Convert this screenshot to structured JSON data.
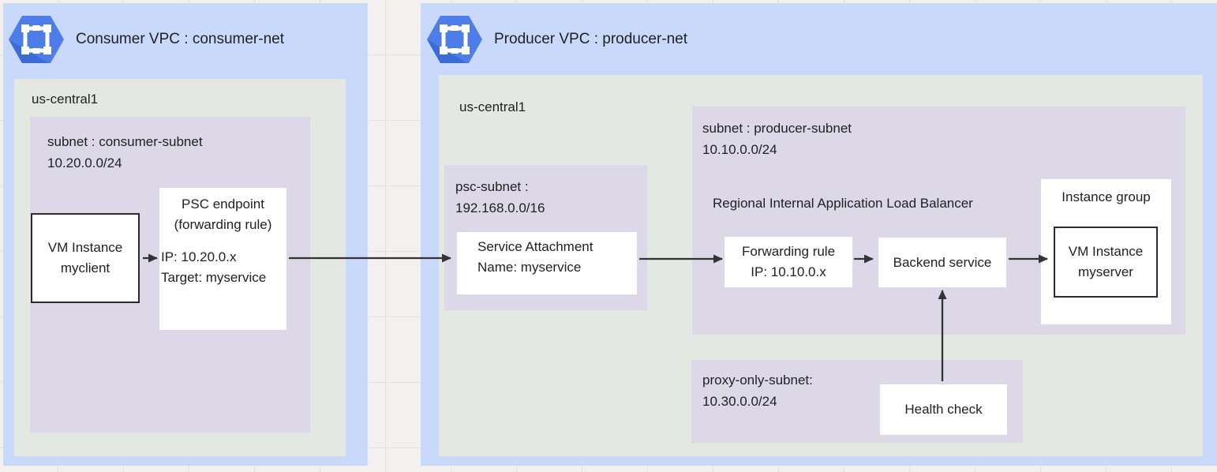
{
  "colors": {
    "vpc-fill": "#c9d9fc",
    "region-fill": "#e3e8e2",
    "subnet-fill": "#dcd8e8",
    "node-fill": "#ffffff",
    "canvas-fill": "#f2f1ef",
    "grid-line": "#e5e3e0",
    "arrow": "#333333",
    "node-border": "#2b2b2b",
    "text": "#202124",
    "icon-fill": "#4d7de8",
    "icon-shade": "#3b6bd5"
  },
  "consumer_vpc": {
    "title": "Consumer VPC : consumer-net",
    "region_label": "us-central1",
    "subnet": {
      "line1": "subnet : consumer-subnet",
      "line2": "10.20.0.0/24"
    },
    "vm_instance": {
      "line1": "VM Instance",
      "line2": "myclient"
    },
    "psc_endpoint": {
      "title": "PSC endpoint (forwarding rule)",
      "ip": "IP: 10.20.0.x",
      "target": "Target: myservice"
    }
  },
  "producer_vpc": {
    "title": "Producer VPC : producer-net",
    "region_label": "us-central1",
    "psc_subnet": {
      "line1": "psc-subnet :",
      "line2": "192.168.0.0/16"
    },
    "service_attachment": {
      "line1": "Service Attachment",
      "line2": "Name: myservice"
    },
    "producer_subnet": {
      "line1": "subnet : producer-subnet",
      "line2": "10.10.0.0/24",
      "lb_label": "Regional Internal Application Load Balancer"
    },
    "forwarding_rule": {
      "line1": "Forwarding rule",
      "line2": "IP: 10.10.0.x"
    },
    "backend_service": {
      "label": "Backend service"
    },
    "instance_group": {
      "label": "Instance group",
      "vm_instance": {
        "line1": "VM Instance",
        "line2": "myserver"
      }
    },
    "proxy_subnet": {
      "line1": "proxy-only-subnet:",
      "line2": "10.30.0.0/24"
    },
    "health_check": {
      "label": "Health check"
    }
  }
}
